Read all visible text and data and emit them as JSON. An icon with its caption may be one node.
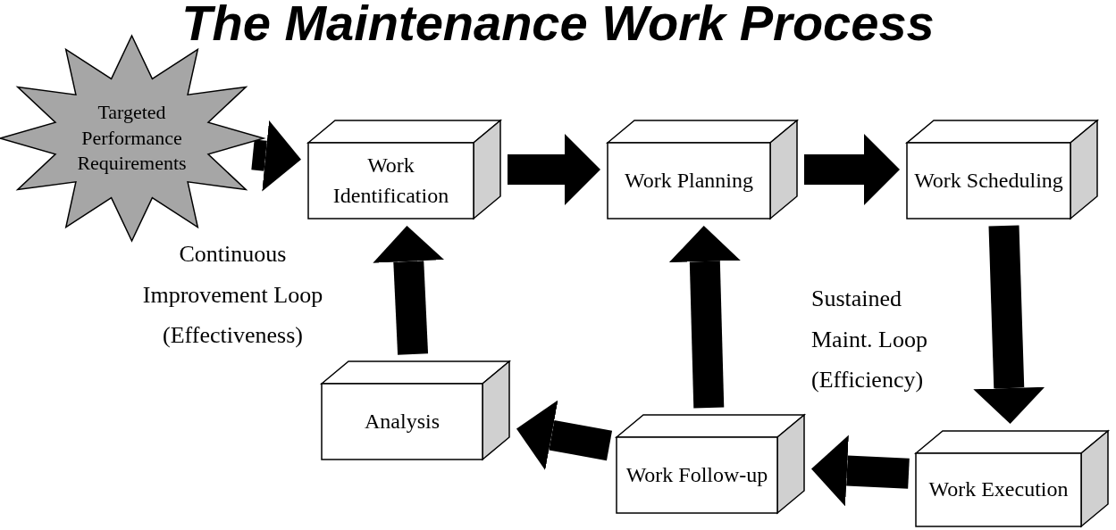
{
  "diagram": {
    "title": "The Maintenance Work Process",
    "nodes": [
      {
        "text": [
          "Targeted Performance Requirements"
        ]
      },
      {
        "text": [
          "Work Identification"
        ]
      },
      {
        "text": [
          "Work Planning"
        ]
      },
      {
        "text": [
          "Work Scheduling"
        ]
      },
      {
        "text": [
          "Work Execution"
        ]
      },
      {
        "text": [
          "Work Follow-up"
        ]
      },
      {
        "text": [
          "Analysis"
        ]
      }
    ],
    "edges": [
      {
        "from": 0,
        "to": 1,
        "arrow": "to"
      },
      {
        "from": 1,
        "to": 2,
        "arrow": "to"
      },
      {
        "from": 2,
        "to": 3,
        "arrow": "to"
      },
      {
        "from": 3,
        "to": 4,
        "arrow": "to"
      },
      {
        "from": 4,
        "to": 5,
        "arrow": "to"
      },
      {
        "from": 5,
        "to": 6,
        "arrow": "to"
      },
      {
        "from": 6,
        "to": 1,
        "arrow": "to"
      },
      {
        "from": 5,
        "to": 2,
        "arrow": "to"
      }
    ],
    "labels": [
      "Continuous Improvement Loop (Effectiveness)",
      "Sustained Maint. Loop (Efficiency)"
    ]
  }
}
